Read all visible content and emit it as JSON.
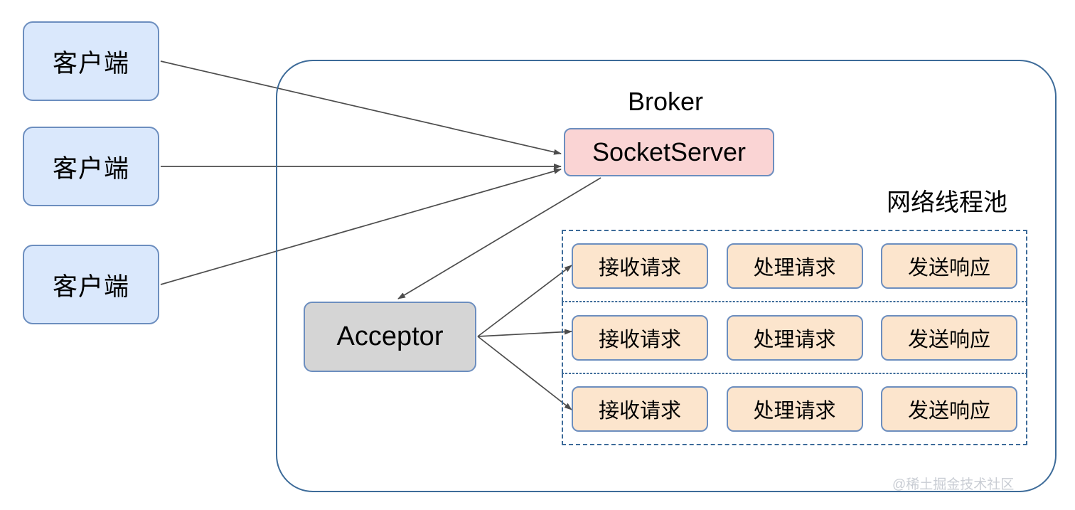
{
  "diagram": {
    "title": "Broker",
    "clients": [
      {
        "label": "客户端"
      },
      {
        "label": "客户端"
      },
      {
        "label": "客户端"
      }
    ],
    "socket_server": {
      "label": "SocketServer"
    },
    "acceptor": {
      "label": "Acceptor"
    },
    "thread_pool": {
      "title": "网络线程池",
      "rows": [
        {
          "stages": [
            {
              "label": "接收请求"
            },
            {
              "label": "处理请求"
            },
            {
              "label": "发送响应"
            }
          ]
        },
        {
          "stages": [
            {
              "label": "接收请求"
            },
            {
              "label": "处理请求"
            },
            {
              "label": "发送响应"
            }
          ]
        },
        {
          "stages": [
            {
              "label": "接收请求"
            },
            {
              "label": "处理请求"
            },
            {
              "label": "发送响应"
            }
          ]
        }
      ]
    },
    "watermark": "@稀土掘金技术社区",
    "colors": {
      "client_fill": "#dae8fc",
      "client_stroke": "#6c8ebf",
      "socket_server_fill": "#fad4d4",
      "acceptor_fill": "#d5d5d5",
      "stage_fill": "#fce5cd",
      "broker_stroke": "#3d6b99",
      "arrow_stroke": "#4d4d4d",
      "watermark_color": "#c9cdd4"
    },
    "edges": [
      {
        "from": "client-1",
        "to": "socket-server"
      },
      {
        "from": "client-2",
        "to": "socket-server"
      },
      {
        "from": "client-3",
        "to": "socket-server"
      },
      {
        "from": "socket-server",
        "to": "acceptor"
      },
      {
        "from": "acceptor",
        "to": "thread-row-1-receive"
      },
      {
        "from": "acceptor",
        "to": "thread-row-2-receive"
      },
      {
        "from": "acceptor",
        "to": "thread-row-3-receive"
      }
    ]
  }
}
